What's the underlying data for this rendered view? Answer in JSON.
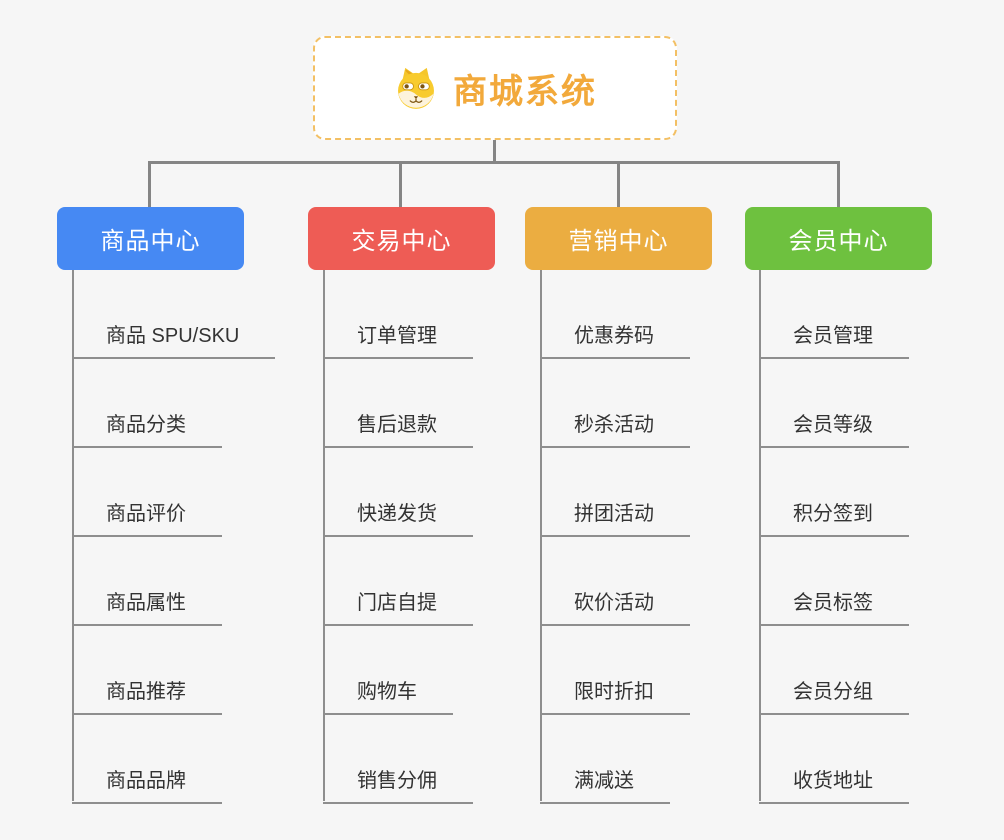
{
  "page": {
    "background_color": "#f6f6f6",
    "connector_color": "#858585",
    "leaf_line_color": "#8e8e8e",
    "leaf_text_color": "#333333"
  },
  "root": {
    "title": "商城系统",
    "title_color": "#f2a93b",
    "border_color": "#f3c064",
    "icon": "shiba-dog-icon"
  },
  "branches": [
    {
      "label": "商品中心",
      "color": "#4689f3",
      "items": [
        "商品 SPU/SKU",
        "商品分类",
        "商品评价",
        "商品属性",
        "商品推荐",
        "商品品牌"
      ]
    },
    {
      "label": "交易中心",
      "color": "#ee5c55",
      "items": [
        "订单管理",
        "售后退款",
        "快递发货",
        "门店自提",
        "购物车",
        "销售分佣"
      ]
    },
    {
      "label": "营销中心",
      "color": "#ebad41",
      "items": [
        "优惠券码",
        "秒杀活动",
        "拼团活动",
        "砍价活动",
        "限时折扣",
        "满减送"
      ]
    },
    {
      "label": "会员中心",
      "color": "#6ec13f",
      "items": [
        "会员管理",
        "会员等级",
        "积分签到",
        "会员标签",
        "会员分组",
        "收货地址"
      ]
    }
  ]
}
